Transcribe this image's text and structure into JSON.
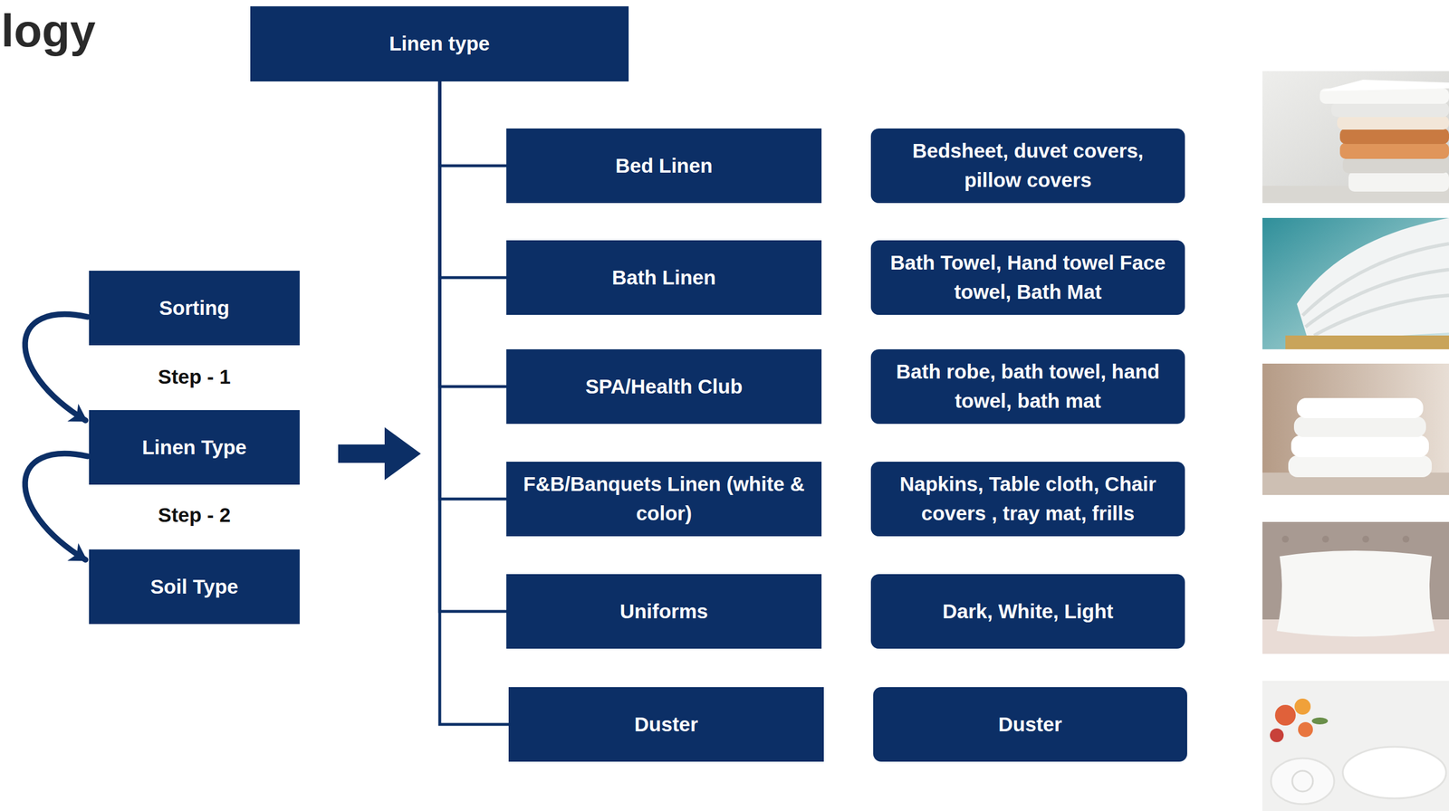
{
  "diagram": {
    "nodes": [
      {
        "text": [
          "Linen type"
        ]
      },
      {
        "text": [
          "Sorting"
        ]
      },
      {
        "text": [
          "Linen Type"
        ]
      },
      {
        "text": [
          "Soil Type"
        ]
      },
      {
        "text": [
          "Bed Linen"
        ]
      },
      {
        "text": [
          "Bedsheet, duvet covers, pillow covers"
        ]
      },
      {
        "text": [
          "Bath Linen"
        ]
      },
      {
        "text": [
          "Bath Towel, Hand towel Face towel, Bath Mat"
        ]
      },
      {
        "text": [
          "SPA/Health Club"
        ]
      },
      {
        "text": [
          "Bath robe, bath towel, hand towel, bath mat"
        ]
      },
      {
        "text": [
          "F&B/Banquets Linen (white & color)"
        ]
      },
      {
        "text": [
          "Napkins, Table cloth, Chair covers , tray mat, frills"
        ]
      },
      {
        "text": [
          "Uniforms"
        ]
      },
      {
        "text": [
          "Dark, White, Light"
        ]
      },
      {
        "text": [
          "Duster"
        ]
      },
      {
        "text": [
          "Duster"
        ]
      }
    ],
    "edges": [
      {
        "from": 0,
        "to": 4,
        "arrow": "none"
      },
      {
        "from": 0,
        "to": 6,
        "arrow": "none"
      },
      {
        "from": 0,
        "to": 8,
        "arrow": "none"
      },
      {
        "from": 0,
        "to": 10,
        "arrow": "none"
      },
      {
        "from": 0,
        "to": 12,
        "arrow": "none"
      },
      {
        "from": 0,
        "to": 14,
        "arrow": "none"
      },
      {
        "from": 1,
        "to": 2,
        "arrow": "to"
      },
      {
        "from": 2,
        "to": 3,
        "arrow": "to"
      }
    ],
    "labels": [
      "logy",
      "Step - 1",
      "Step - 2"
    ]
  }
}
